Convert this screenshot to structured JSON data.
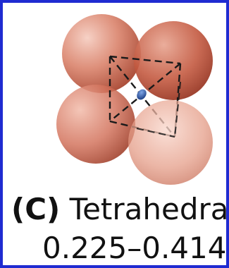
{
  "figure": {
    "label": "(C)",
    "title": "Tetrahedral",
    "range": "0.225–0.414"
  },
  "colors": {
    "border": "#1f2bd1",
    "sphere_light": "#f0b7a6",
    "sphere_mid": "#d6725a",
    "sphere_dark": "#b2472f",
    "center_atom": "#2b5fb8",
    "dashes": "#1a1a1a"
  }
}
